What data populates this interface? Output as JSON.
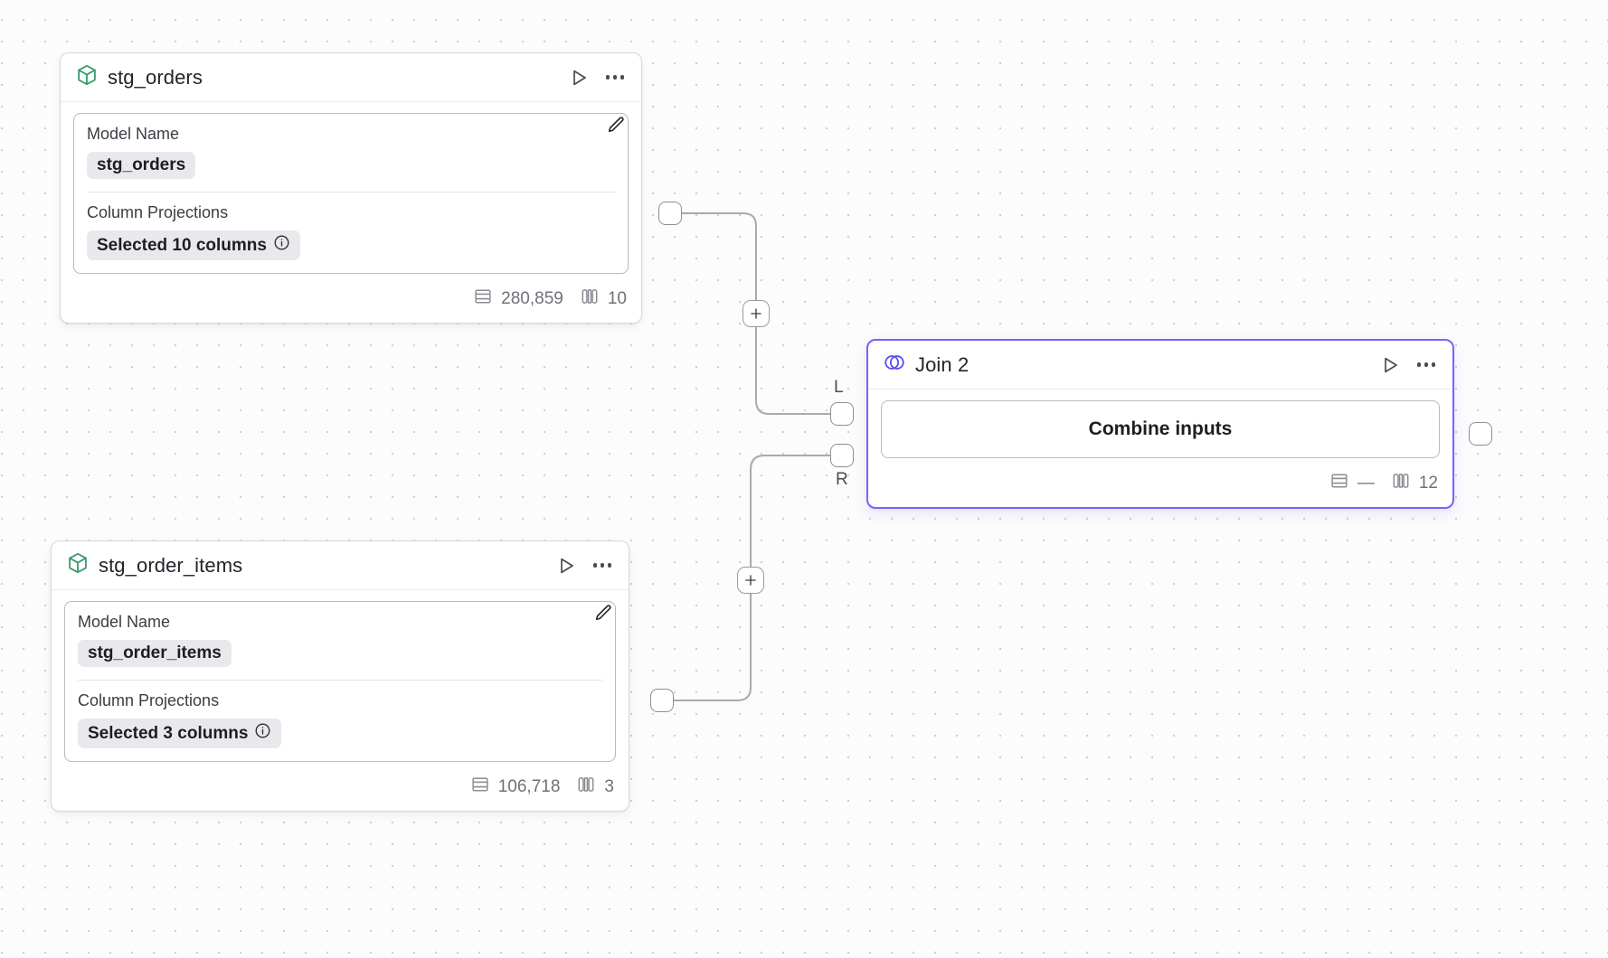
{
  "canvas": {
    "background_color": "#fcfcfc",
    "grid_dot_color": "#cfcfd4"
  },
  "theme": {
    "accent_selected": "#7b61ff",
    "model_icon_color": "#3a9d6e",
    "join_icon_color": "#5b4ef0",
    "node_border": "#d8d8dc",
    "chip_bg": "#e9e9ed",
    "muted_text": "#74757d"
  },
  "nodes": [
    {
      "id": "stg_orders",
      "type": "model",
      "icon": "cube-icon",
      "title": "stg_orders",
      "actions": {
        "run_label": "play-icon",
        "menu_label": "more-options-icon"
      },
      "fields": {
        "model_name_label": "Model Name",
        "model_name_value": "stg_orders",
        "column_projections_label": "Column Projections",
        "column_projections_value": "Selected 10 columns",
        "edit_icon": "pencil-icon",
        "info_icon": "info-icon"
      },
      "footer": {
        "rows_icon": "rows-icon",
        "rows": "280,859",
        "columns_icon": "columns-icon",
        "columns": "10"
      }
    },
    {
      "id": "stg_order_items",
      "type": "model",
      "icon": "cube-icon",
      "title": "stg_order_items",
      "actions": {
        "run_label": "play-icon",
        "menu_label": "more-options-icon"
      },
      "fields": {
        "model_name_label": "Model Name",
        "model_name_value": "stg_order_items",
        "column_projections_label": "Column Projections",
        "column_projections_value": "Selected 3 columns",
        "edit_icon": "pencil-icon",
        "info_icon": "info-icon"
      },
      "footer": {
        "rows_icon": "rows-icon",
        "rows": "106,718",
        "columns_icon": "columns-icon",
        "columns": "3"
      }
    },
    {
      "id": "join_2",
      "type": "join",
      "icon": "venn-icon",
      "title": "Join 2",
      "selected": true,
      "actions": {
        "run_label": "play-icon",
        "menu_label": "more-options-icon"
      },
      "body": {
        "combine_label": "Combine inputs"
      },
      "inputs": [
        {
          "key": "left",
          "label": "L"
        },
        {
          "key": "right",
          "label": "R"
        }
      ],
      "footer": {
        "rows_icon": "rows-icon",
        "rows": "—",
        "columns_icon": "columns-icon",
        "columns": "12"
      }
    }
  ],
  "edge_buttons": [
    {
      "id": "add-node-upper",
      "label": "+"
    },
    {
      "id": "add-node-lower",
      "label": "+"
    }
  ]
}
